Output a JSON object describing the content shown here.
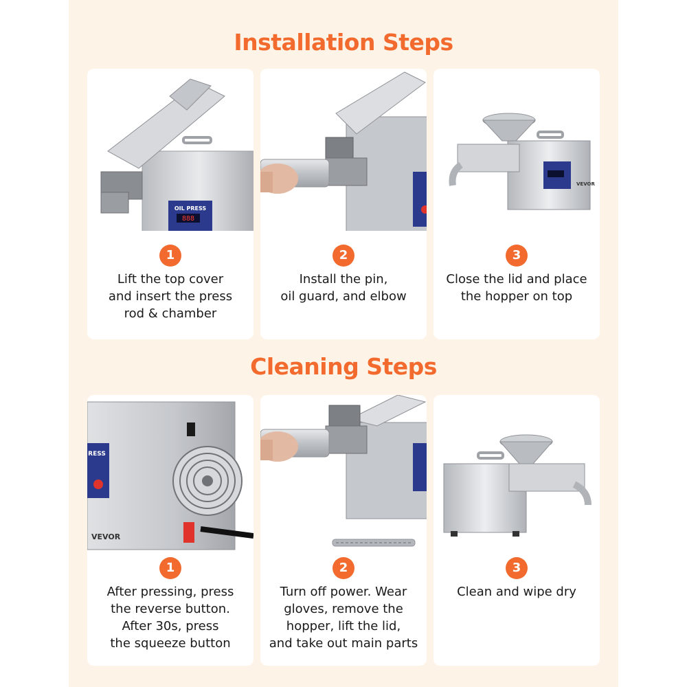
{
  "installation": {
    "title": "Installation Steps",
    "steps": [
      {
        "number": "1",
        "lines": [
          "Lift the top cover",
          "and insert the press",
          "rod & chamber"
        ]
      },
      {
        "number": "2",
        "lines": [
          "Install the pin,",
          "oil guard, and elbow"
        ]
      },
      {
        "number": "3",
        "lines": [
          "Close the lid and place",
          "the hopper on top"
        ]
      }
    ]
  },
  "cleaning": {
    "title": "Cleaning Steps",
    "steps": [
      {
        "number": "1",
        "lines": [
          "After pressing, press",
          "the reverse button.",
          "After 30s, press",
          "the squeeze button"
        ]
      },
      {
        "number": "2",
        "lines": [
          "Turn off power. Wear",
          "gloves, remove the",
          "hopper, lift the lid,",
          "and take out main parts"
        ]
      },
      {
        "number": "3",
        "lines": [
          "Clean and wipe dry"
        ]
      }
    ]
  },
  "product_labels": {
    "panel_label": "OIL PRESS",
    "display_digits": "888",
    "panel_label_cropped": "RESS",
    "brand": "VEVOR"
  },
  "colors": {
    "accent": "#f26a2d",
    "background": "#fdf4e7",
    "card": "#ffffff",
    "panel_blue": "#2b3a8c",
    "steel": "#c9ccd0"
  }
}
